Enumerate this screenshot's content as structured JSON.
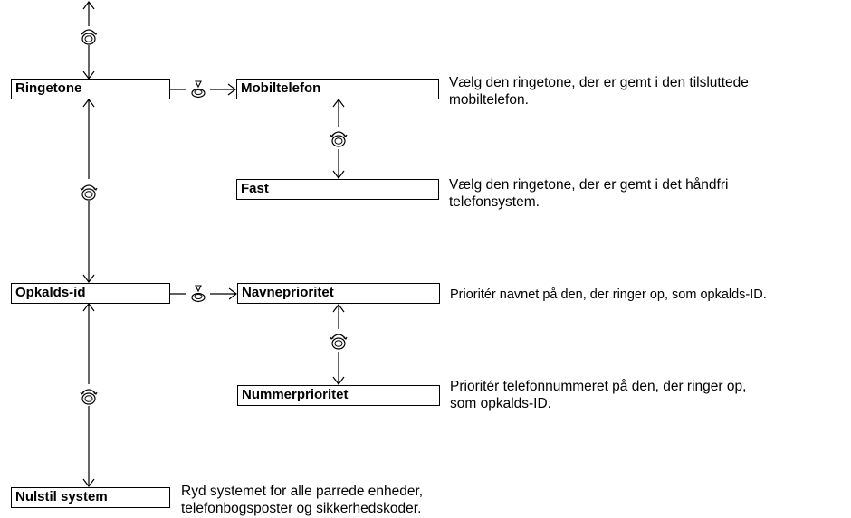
{
  "nodes": {
    "ringetone": "Ringetone",
    "mobiltelefon": "Mobiltelefon",
    "fast": "Fast",
    "opkalds_id": "Opkalds-id",
    "navneprioritet": "Navneprioritet",
    "nummerprioritet": "Nummerprioritet",
    "nulstil_system": "Nulstil system"
  },
  "descriptions": {
    "mobiltelefon_line1": "Vælg den ringetone, der er gemt i den tilsluttede",
    "mobiltelefon_line2": "mobiltelefon.",
    "fast_line1": "Vælg den ringetone, der er gemt i det håndfri",
    "fast_line2": "telefonsystem.",
    "navneprioritet": "Prioritér navnet på den, der ringer op, som opkalds-ID.",
    "nummerprioritet_line1": "Prioritér telefonnummeret på den, der ringer op,",
    "nummerprioritet_line2": "som opkalds-ID.",
    "nulstil_line1": "Ryd systemet for alle parrede enheder,",
    "nulstil_line2": "telefonbogsposter og sikkerhedskoder."
  },
  "icons": [
    "rotate-knob-icon",
    "press-knob-icon"
  ]
}
